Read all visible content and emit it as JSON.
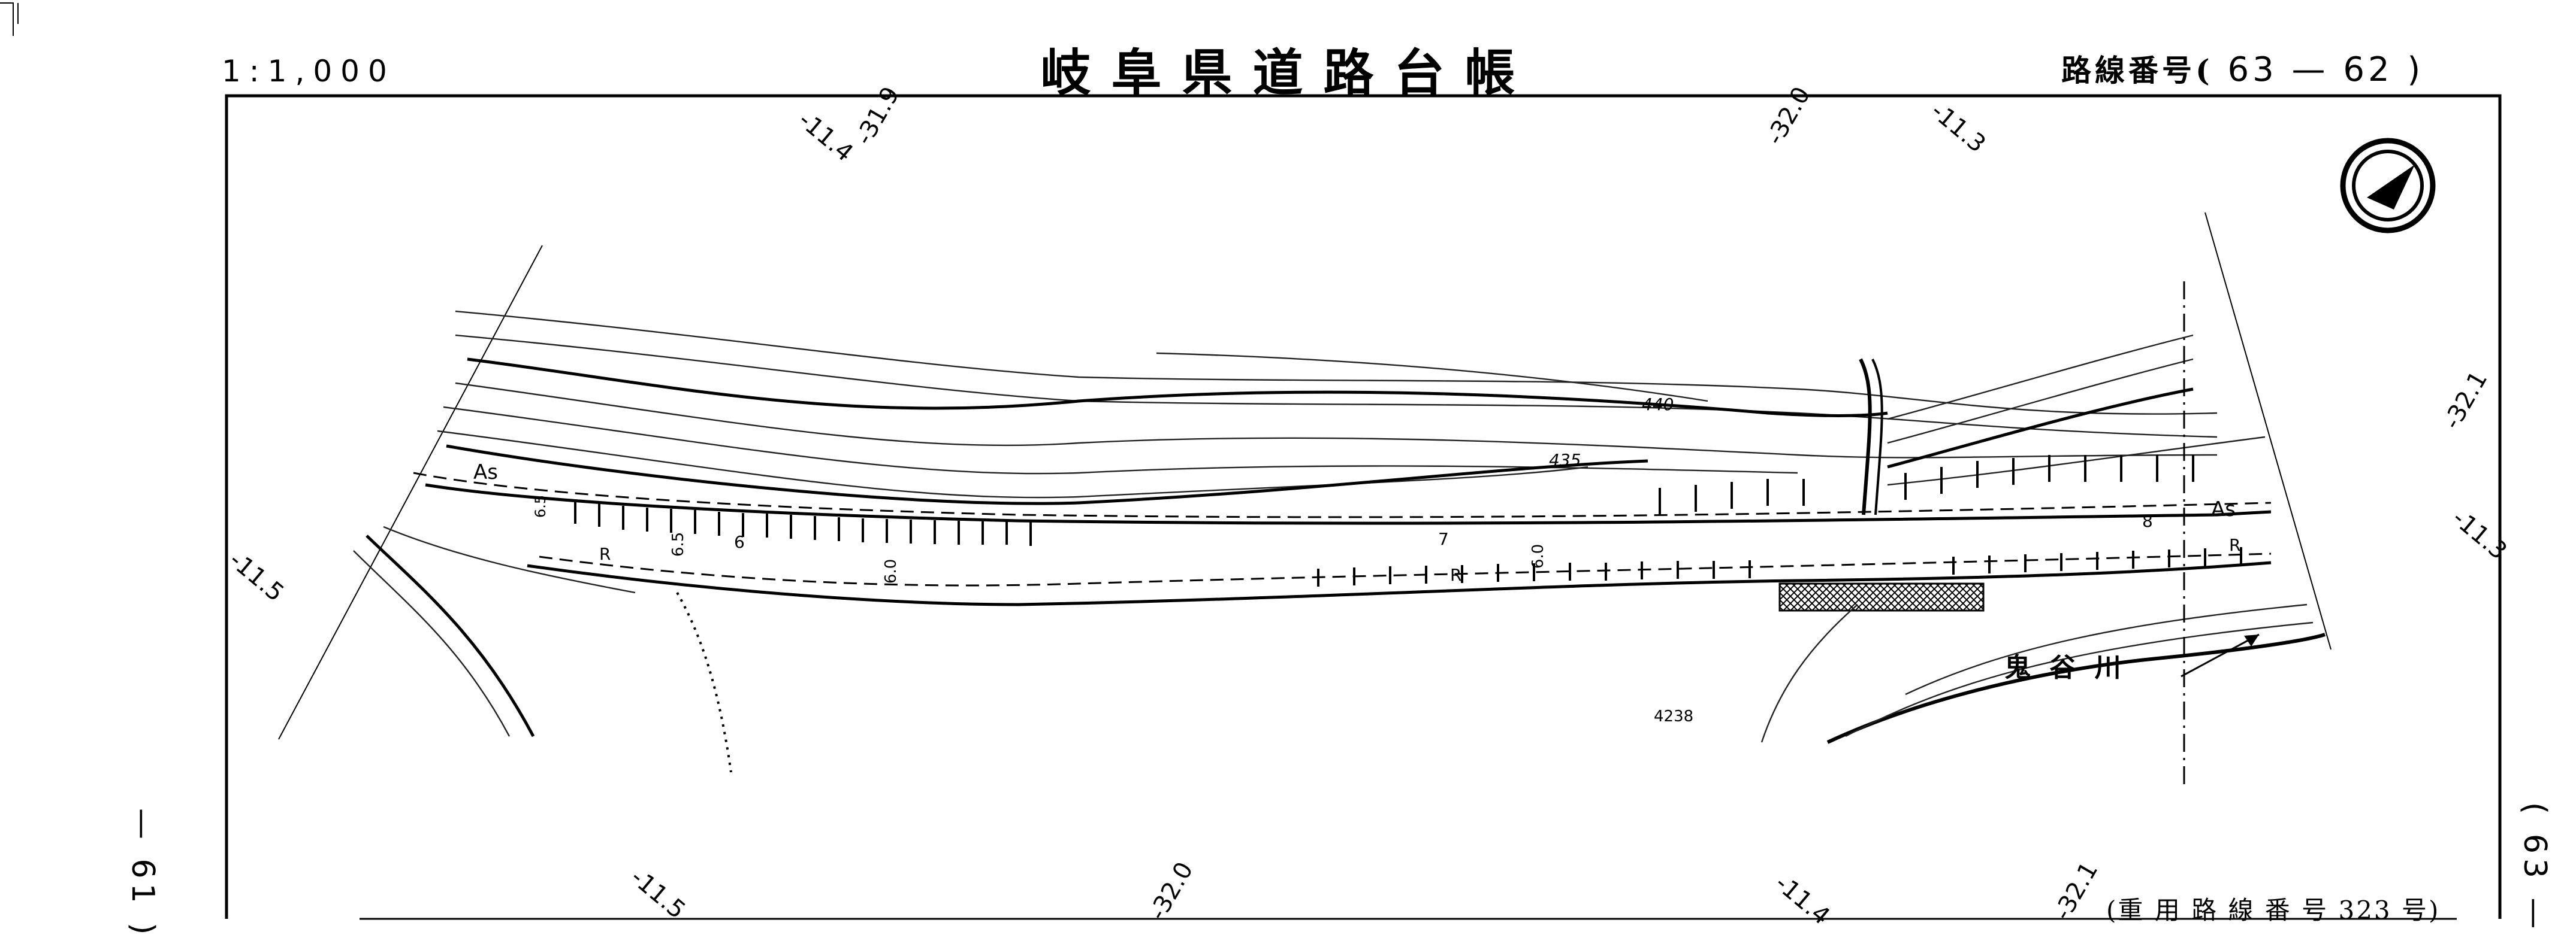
{
  "header": {
    "scale": "1:1,000",
    "title": "岐阜県道路台帳",
    "route_number_label": "路線番号(",
    "route_number_value": "63 — 62",
    "route_number_close": ")"
  },
  "footer": {
    "shared_route": "(重 用 路 線 番 号 323 号)"
  },
  "side": {
    "left_sheet": "— 61 )",
    "right_sheet": "( 63 —"
  },
  "map": {
    "grid_labels": [
      "-11.4",
      "-31.9",
      "-32.0",
      "-11.3",
      "-32.1",
      "-11.3",
      "-11.5",
      "-11.5",
      "-32.0",
      "-11.4",
      "-32.1"
    ],
    "contour_labels": [
      "440",
      "435"
    ],
    "pavement_label": "As",
    "river_label": "鬼 谷 川",
    "spot_number": "4238",
    "chainage_marks": [
      "6",
      "7",
      "8"
    ],
    "width_marks": [
      "6.5",
      "6.0",
      "6.0",
      "6.5"
    ],
    "symbol_letter": "R"
  },
  "colors": {
    "ink": "#000000",
    "paper": "#ffffff"
  },
  "icons": {
    "north_arrow": "north-arrow-icon"
  }
}
